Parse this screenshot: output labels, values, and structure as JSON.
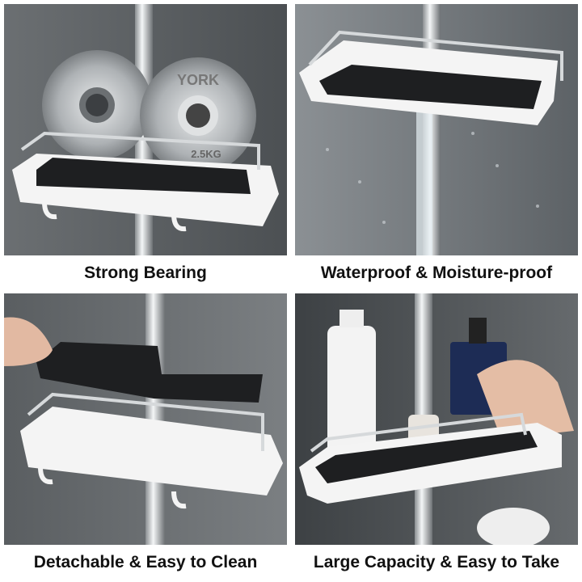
{
  "panels": [
    {
      "caption": "Strong Bearing",
      "weight_labels": [
        "YORK",
        "2.5KG"
      ]
    },
    {
      "caption": "Waterproof & Moisture-proof"
    },
    {
      "caption": "Detachable & Easy to Clean"
    },
    {
      "caption": "Large Capacity & Easy to Take"
    }
  ],
  "colors": {
    "caption_text": "#111111",
    "wall": "#5f6366",
    "shelf": "#f4f4f4",
    "mat": "#1e1f21",
    "chrome": "#c9cdd0"
  }
}
